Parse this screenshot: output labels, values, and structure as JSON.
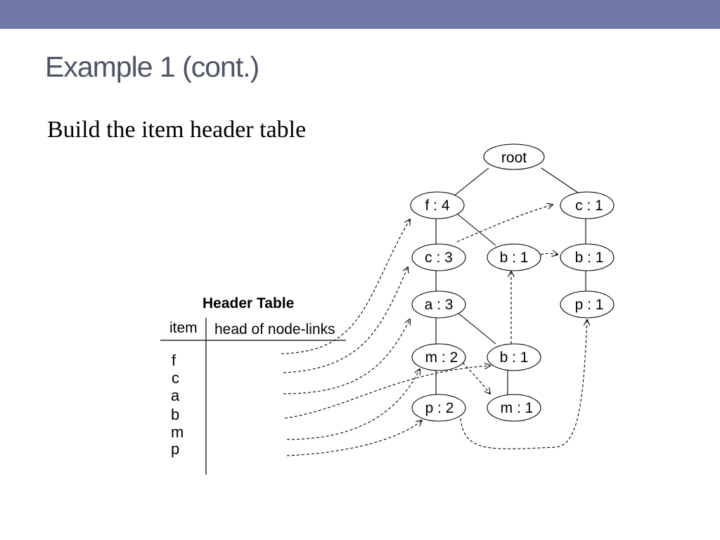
{
  "slide": {
    "title": "Example 1 (cont.)",
    "subtitle": "Build the item header table"
  },
  "colors": {
    "top_bar": "#7078a6",
    "title_text": "#4d5466"
  },
  "header_table": {
    "caption": "Header Table",
    "col_item": "item",
    "col_links": "head of node-links",
    "items": [
      "f",
      "c",
      "a",
      "b",
      "m",
      "p"
    ]
  },
  "tree": {
    "nodes": [
      {
        "id": "root",
        "label": "root"
      },
      {
        "id": "f4",
        "label": "f : 4"
      },
      {
        "id": "c3",
        "label": "c : 3"
      },
      {
        "id": "a3",
        "label": "a : 3"
      },
      {
        "id": "m2",
        "label": "m : 2"
      },
      {
        "id": "p2",
        "label": "p : 2"
      },
      {
        "id": "b1a",
        "label": "b : 1"
      },
      {
        "id": "b1b",
        "label": "b : 1"
      },
      {
        "id": "m1",
        "label": "m : 1"
      },
      {
        "id": "c1",
        "label": "c : 1"
      },
      {
        "id": "b1c",
        "label": "b : 1"
      },
      {
        "id": "p1",
        "label": "p : 1"
      }
    ]
  }
}
